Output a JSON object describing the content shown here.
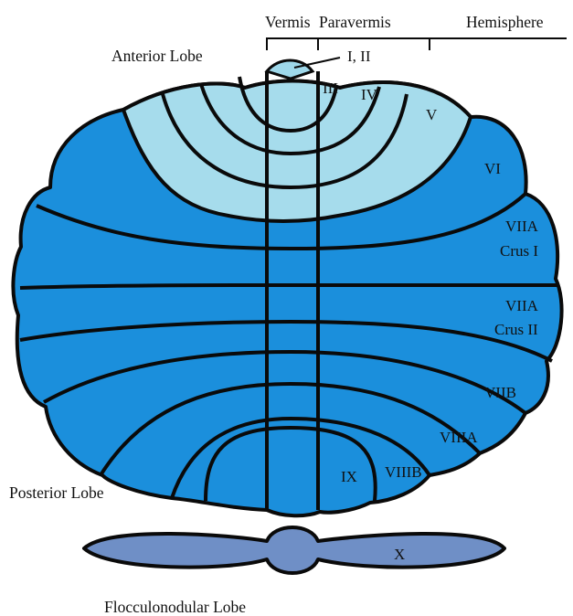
{
  "colors": {
    "posterior": "#1b8fdc",
    "anterior": "#a6dcec",
    "vermis_anterior": "#9ed8ea",
    "flocculonodular": "#6f8fc6",
    "outline": "#0a0a0a",
    "background": "#ffffff"
  },
  "captions": {
    "vermis": "Vermis",
    "paravermis": "Paravermis",
    "hemisphere": "Hemisphere",
    "anterior_lobe": "Anterior Lobe",
    "posterior_lobe": "Posterior Lobe",
    "flocculonodular_lobe": "Flocculonodular Lobe"
  },
  "lobules": {
    "i_ii": "I, II",
    "iii": "III",
    "iv": "IV",
    "v": "V",
    "vi": "VI",
    "viia": "VIIA",
    "crus_i": "Crus I",
    "viia_2": "VIIA",
    "crus_ii": "Crus II",
    "viib": "VIIB",
    "viiia": "VIIIA",
    "viiib": "VIIIB",
    "ix": "IX",
    "x": "X"
  }
}
